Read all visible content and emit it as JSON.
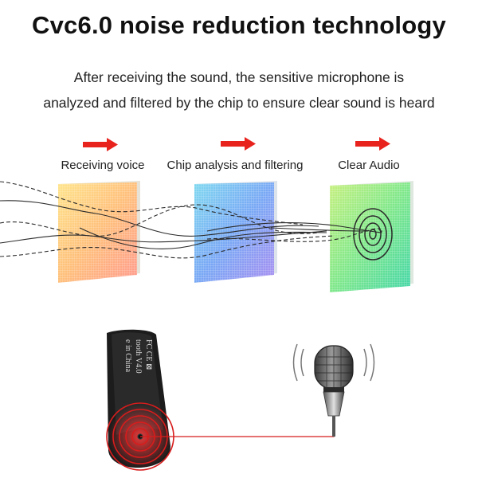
{
  "header": {
    "title": "Cvc6.0 noise reduction technology",
    "line1": "After receiving the sound, the sensitive microphone is",
    "line2": "analyzed and filtered by the chip to ensure clear sound is heard"
  },
  "stages": [
    {
      "label": "Receiving voice"
    },
    {
      "label": "Chip analysis and filtering"
    },
    {
      "label": "Clear Audio"
    }
  ],
  "device": {
    "line1": "FC CE ⊠",
    "line2": "tooth V4.0",
    "line3": "e in China"
  },
  "colors": {
    "arrow": "#e8231e",
    "signal_ring": "#d81c1c",
    "device_body": "#1c1c1c"
  },
  "icons": {
    "arrow": "right-arrow-icon",
    "microphone": "microphone-icon"
  }
}
